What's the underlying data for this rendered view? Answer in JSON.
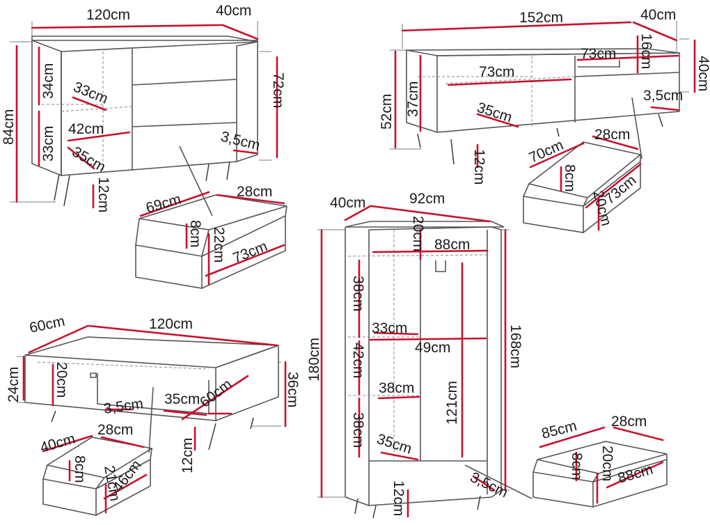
{
  "colors": {
    "dimension_line": "#c8102e",
    "outline": "#555555",
    "text": "#1a1a1a"
  },
  "sideboard": {
    "width": "120cm",
    "depth": "40cm",
    "height_total": "84cm",
    "height_body": "72cm",
    "shelf_upper_height": "34cm",
    "shelf_lower_height": "33cm",
    "shelf_depth_upper": "33cm",
    "shelf_width": "42cm",
    "shelf_depth_lower": "35cm",
    "panel": "3,5cm",
    "leg": "12cm",
    "drawer": {
      "width": "69cm",
      "depth": "28cm",
      "inner_height": "8cm",
      "front_height": "22cm",
      "length": "73cm"
    }
  },
  "tv_stand": {
    "width": "152cm",
    "depth": "40cm",
    "height_total": "52cm",
    "height_body": "40cm",
    "compartment_height": "37cm",
    "drawer_opening": "73cm",
    "shelf_width": "73cm",
    "top_gap": "16cm",
    "shelf_depth": "35cm",
    "panel": "3,5cm",
    "leg": "12cm",
    "drawer": {
      "width": "70cm",
      "depth": "28cm",
      "inner_height": "8cm",
      "length": "73cm",
      "front_height": "20cm"
    }
  },
  "coffee_table": {
    "depth": "60cm",
    "width": "120cm",
    "height_body": "24cm",
    "height_total": "36cm",
    "inner_height": "20cm",
    "panel": "3,5cm",
    "shelf_depth": "35cm",
    "shelf_width": "60cm",
    "leg": "12cm",
    "drawer": {
      "width": "40cm",
      "depth": "28cm",
      "inner_height": "8cm",
      "front_height": "21cm",
      "length": "46cm"
    }
  },
  "wardrobe": {
    "depth": "40cm",
    "width": "92cm",
    "top_gap": "20cm",
    "rail_width": "88cm",
    "height_total": "180cm",
    "height_body": "168cm",
    "shelf_1_height": "38cm",
    "shelf_depth": "33cm",
    "compartment_width": "49cm",
    "shelf_2_height": "42cm",
    "shelf_width": "38cm",
    "hanging_height": "121cm",
    "shelf_3_height": "38cm",
    "bottom_depth": "35cm",
    "panel": "3,5cm",
    "leg": "12cm",
    "drawer": {
      "width": "85cm",
      "depth": "28cm",
      "inner_height": "8cm",
      "front_height": "20cm",
      "length": "88cm"
    }
  }
}
